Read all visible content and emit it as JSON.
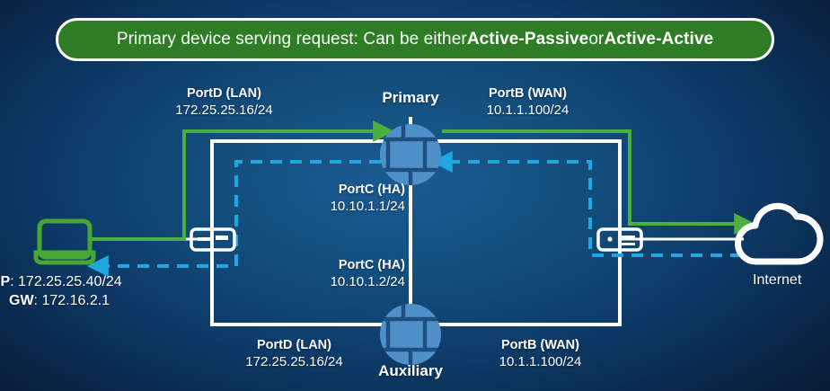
{
  "banner": {
    "prefix": "Primary device serving request: Can be either ",
    "bold1": "Active-Passive",
    "middle": " or ",
    "bold2": "Active-Active"
  },
  "nodes": {
    "primary": {
      "name": "Primary",
      "icon": "firewall-icon"
    },
    "auxiliary": {
      "name": "Auxiliary",
      "icon": "firewall-icon"
    },
    "client": {
      "icon": "laptop-icon"
    },
    "internet": {
      "caption": "Internet",
      "icon": "cloud-icon"
    },
    "switch_left": {
      "icon": "switch-icon"
    },
    "switch_right": {
      "icon": "router-icon"
    }
  },
  "ports": {
    "primary_lan": {
      "title": "PortD (LAN)",
      "address": "172.25.25.16/24"
    },
    "primary_wan": {
      "title": "PortB (WAN)",
      "address": "10.1.1.100/24"
    },
    "primary_ha": {
      "title": "PortC (HA)",
      "address": "10.10.1.1/24"
    },
    "auxiliary_ha": {
      "title": "PortC (HA)",
      "address": "10.10.1.2/24"
    },
    "auxiliary_lan": {
      "title": "PortD (LAN)",
      "address": "172.25.25.16/24"
    },
    "auxiliary_wan": {
      "title": "PortB (WAN)",
      "address": "10.1.1.100/24"
    }
  },
  "client_info": {
    "ip_label": "IP",
    "ip_value": ": 172.25.25.40/24",
    "gw_label": "GW",
    "gw_value": ": 172.16.2.1"
  },
  "colors": {
    "banner_green": "#2e7d26",
    "flow_green": "#4cae3e",
    "return_cyan": "#21a7e0",
    "link_white": "#ffffff",
    "device_blue": "#4f90c8",
    "device_blue_dark": "#3d7ab0",
    "client_green": "#46a832",
    "background_center": "#1b5a92",
    "background_edge": "#05121f"
  }
}
